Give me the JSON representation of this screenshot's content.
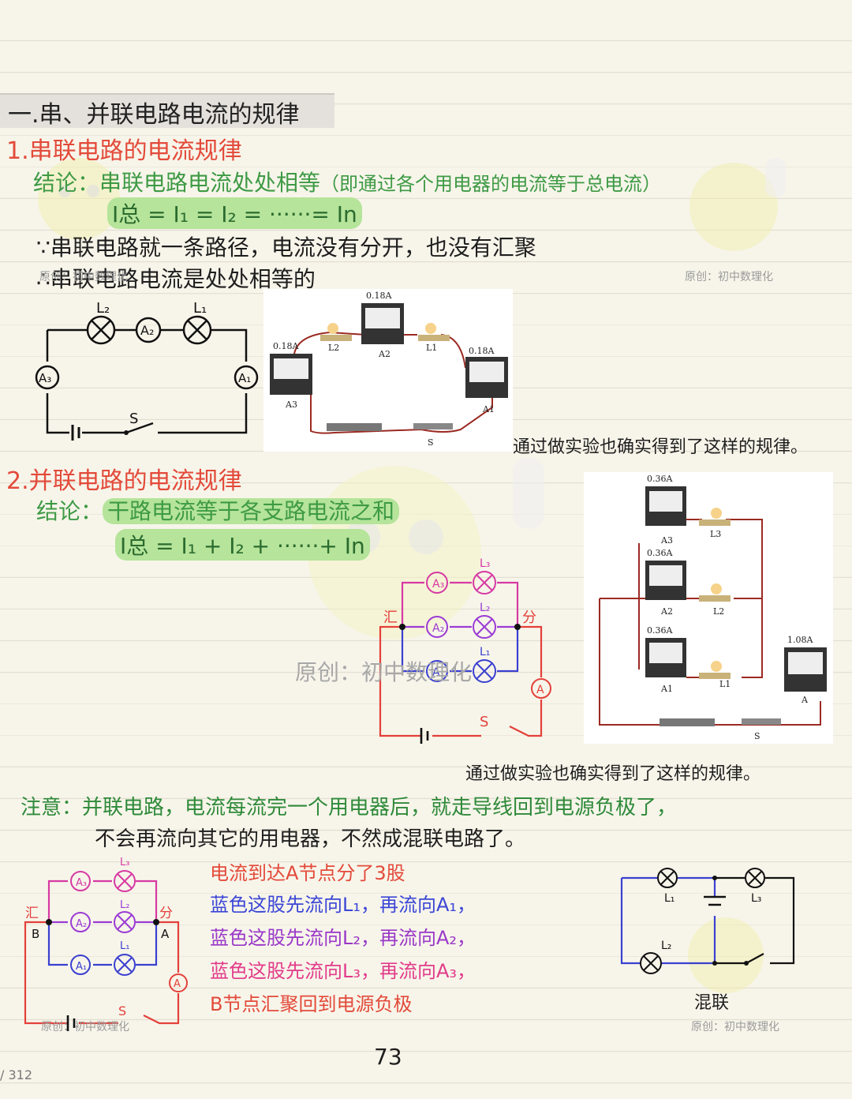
{
  "section_title": "一.串、并联电路电流的规律",
  "series": {
    "heading": "1.串联电路的电流规律",
    "conclusion_label": "结论：",
    "conclusion_main": "串联电路电流处处相等",
    "conclusion_note": "（即通过各个用电器的电流等于总电流）",
    "formula": "I总 = I₁ = I₂ = ······= In",
    "reason1": "∵串联电路就一条路径，电流没有分开，也没有汇聚",
    "reason2": "∴串联电路电流是处处相等的",
    "experiment_note": "通过做实验也确实得到了这样的规律。",
    "circuit_labels": {
      "l1": "L₁",
      "l2": "L₂",
      "a1": "A₁",
      "a2": "A₂",
      "a3": "A₃",
      "s": "S"
    },
    "photo_labels": {
      "top": "0.18A",
      "left": "0.18A",
      "right": "0.18A",
      "l2": "L2",
      "a2": "A2",
      "l1": "L1",
      "a3": "A3",
      "a1": "A1",
      "s": "S"
    }
  },
  "parallel": {
    "heading": "2.并联电路的电流规律",
    "conclusion_label": "结论：",
    "conclusion_main": "干路电流等于各支路电流之和",
    "formula": "I总 = I₁ + I₂ + ······+ In",
    "experiment_note": "通过做实验也确实得到了这样的规律。",
    "circuit_labels": {
      "hui": "汇",
      "fen": "分",
      "l1": "L₁",
      "l2": "L₂",
      "l3": "L₃",
      "a1": "A₁",
      "a2": "A₂",
      "a3": "A₃",
      "a": "A",
      "s": "S"
    },
    "photo_labels": {
      "top": "0.36A",
      "mid": "0.36A",
      "bot": "0.36A",
      "main": "1.08A",
      "a3": "A3",
      "a2": "A2",
      "a1": "A1",
      "l3": "L3",
      "l2": "L2",
      "l1": "L1",
      "a": "A",
      "s": "S"
    }
  },
  "note": {
    "line1": "注意：并联电路，电流每流完一个用电器后，就走导线回到电源负极了，",
    "line2": "不会再流向其它的用电器，不然成混联电路了。"
  },
  "explanation": {
    "line1": "电流到达A节点分了3股",
    "line2": "蓝色这股先流向L₁，再流向A₁，",
    "line3": "蓝色这股先流向L₂，再流向A₂，",
    "line4": "蓝色这股先流向L₃，再流向A₃，",
    "line5": "B节点汇聚回到电源负极",
    "circuit_labels": {
      "hui": "汇",
      "fen": "分",
      "b": "B",
      "a_node": "A",
      "l1": "L₁",
      "l2": "L₂",
      "l3": "L₃",
      "a1": "A₁",
      "a2": "A₂",
      "a3": "A₃",
      "a": "A",
      "s": "S"
    }
  },
  "hybrid": {
    "caption": "混联",
    "labels": {
      "l1": "L₁",
      "l2": "L₂",
      "l3": "L₃"
    }
  },
  "watermarks": {
    "w1": "原创：初中数理化",
    "w2": "原创：初中数理化",
    "w3": "原创：初中数理化",
    "w4": "原创：初中数理化",
    "w5": "原创：初中数理化"
  },
  "page_number": "73",
  "pager": "/ 312"
}
